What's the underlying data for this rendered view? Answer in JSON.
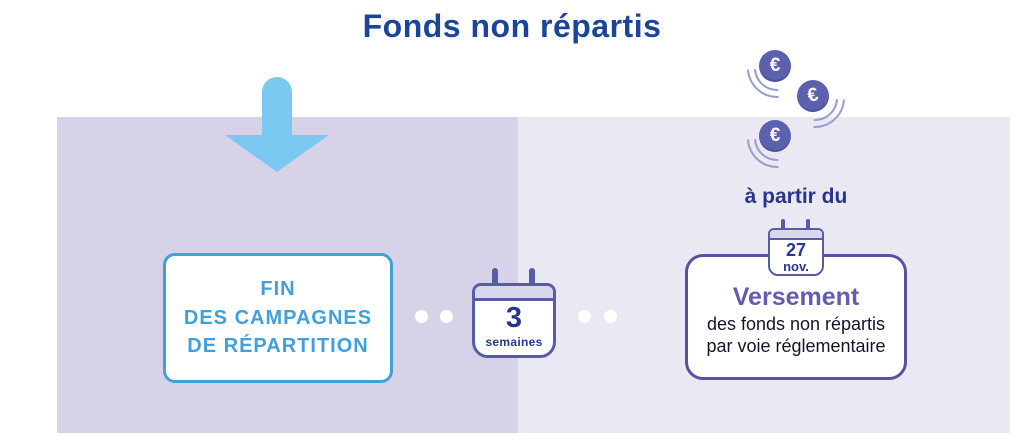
{
  "title": "Fonds non répartis",
  "left_box": {
    "text": "FIN\nDES CAMPAGNES\nDE RÉPARTITION"
  },
  "timeline": {
    "weeks_value": "3",
    "weeks_unit": "semaines"
  },
  "right_box": {
    "date_label": "à partir du",
    "calendar_day": "27",
    "calendar_month": "nov.",
    "title": "Versement",
    "body": "des fonds non répartis\npar voie réglementaire"
  },
  "coins": {
    "symbol": "€",
    "count": 3
  },
  "colors": {
    "title_blue": "#1b4598",
    "light_blue_accent": "#41a0dc",
    "arrow_blue": "#7bc9f1",
    "dark_blue_text": "#28358d",
    "calendar_purple": "#585ca6",
    "versement_border_purple": "#5a50a2",
    "versement_title_purple": "#645cae",
    "coin_purple": "#5b61ad",
    "panel_left": "#d6d3e8",
    "panel_right": "#e9e8f3",
    "body_text": "#131428"
  }
}
